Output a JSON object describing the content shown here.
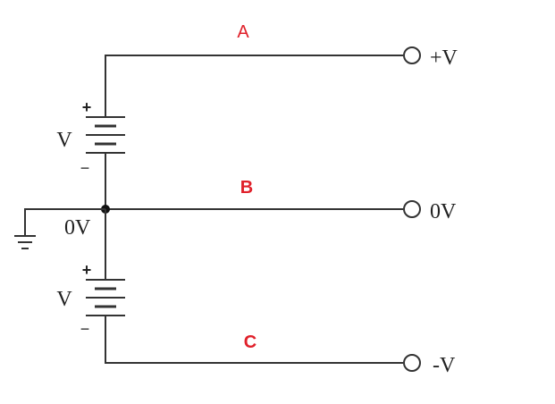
{
  "diagram": {
    "colors": {
      "wire": "#333333",
      "node_label": "#e0202a",
      "text": "#222222",
      "terminal_fill": "#ffffff"
    },
    "node_labels": {
      "a": "A",
      "b": "B",
      "c": "C"
    },
    "terminals": {
      "top": "+V",
      "middle": "0V",
      "bottom": "-V"
    },
    "ground_label": "0V",
    "batteries": {
      "upper": {
        "label": "V",
        "plus": "+",
        "minus": "−"
      },
      "lower": {
        "label": "V",
        "plus": "+",
        "minus": "−"
      }
    }
  }
}
